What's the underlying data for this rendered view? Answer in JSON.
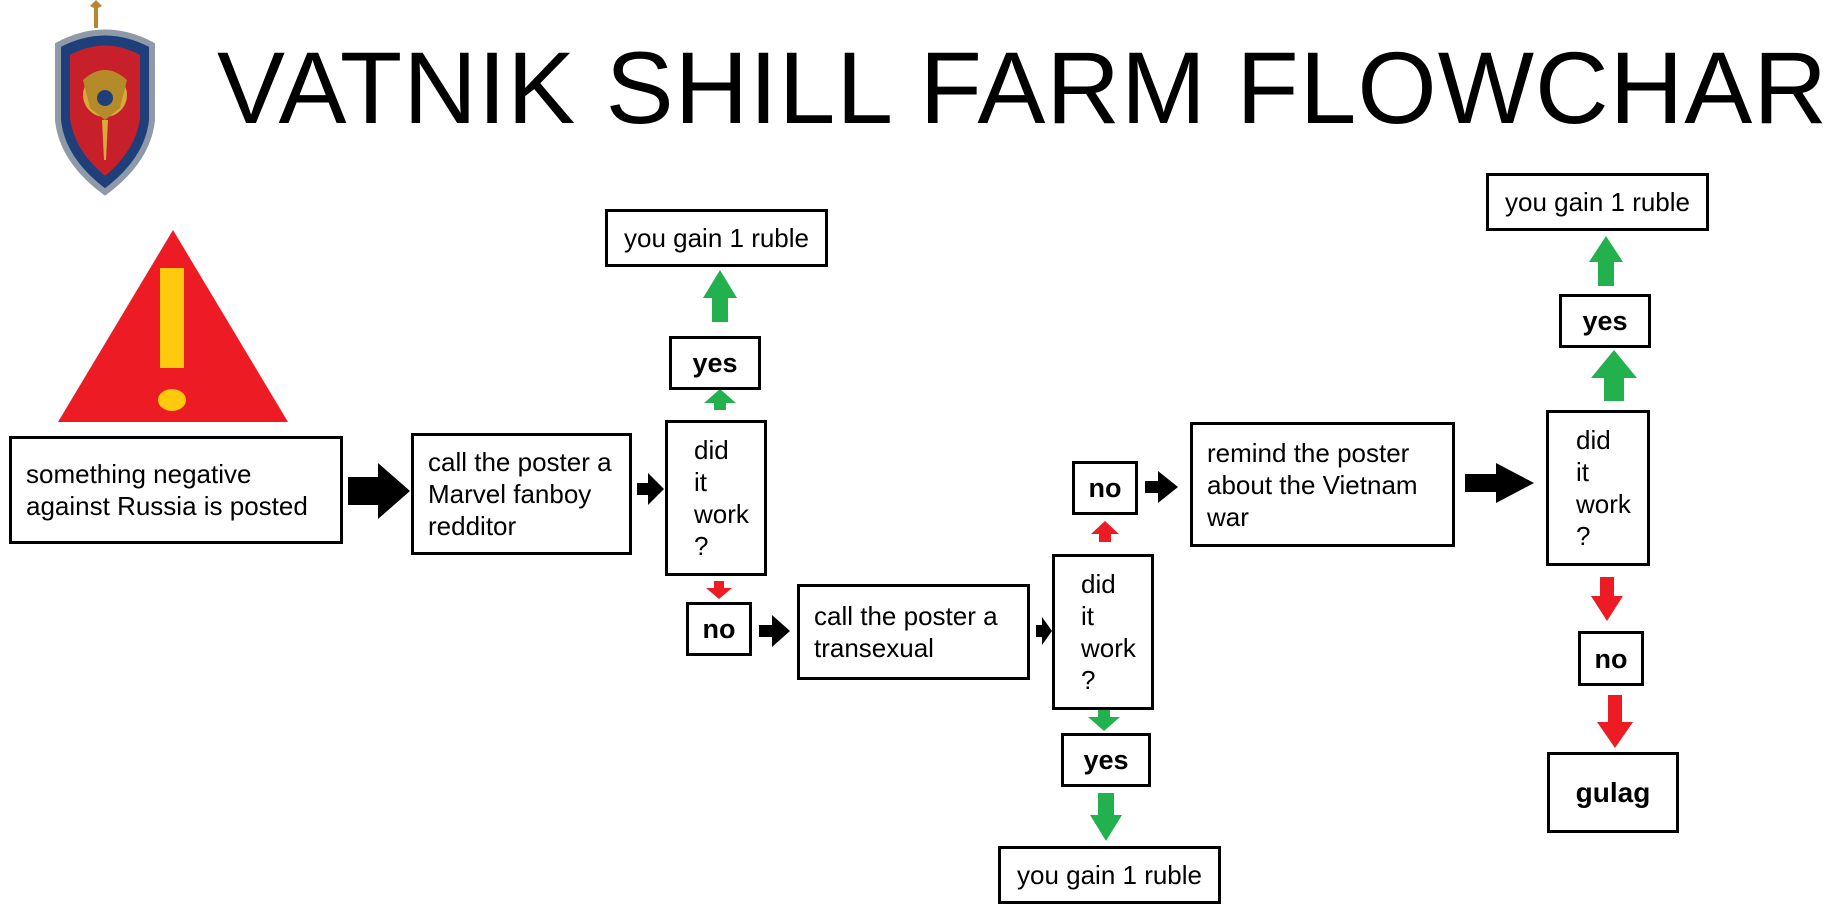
{
  "title": "VATNIK SHILL FARM FLOWCHART",
  "colors": {
    "green": "#22b14c",
    "red": "#ed1c24",
    "black": "#000000",
    "warning_red": "#ed1c24",
    "warning_yellow": "#ffc90e"
  },
  "nodes": {
    "start": "something negative\nagainst Russia is posted",
    "call_marvel": "call the poster a\nMarvel fanboy\nredditor",
    "check1": "did\nit\nwork\n?",
    "yes1": "yes",
    "reward1": "you gain 1 ruble",
    "no1": "no",
    "call_trans": "call the poster a\ntransexual",
    "check2": "did\nit\nwork\n?",
    "no2": "no",
    "yes2": "yes",
    "reward2": "you gain 1 ruble",
    "remind_vietnam": "remind the poster\nabout the Vietnam\nwar",
    "check3": "did\nit\nwork\n?",
    "yes3": "yes",
    "reward3": "you gain 1 ruble",
    "no3": "no",
    "gulag": "gulag"
  }
}
